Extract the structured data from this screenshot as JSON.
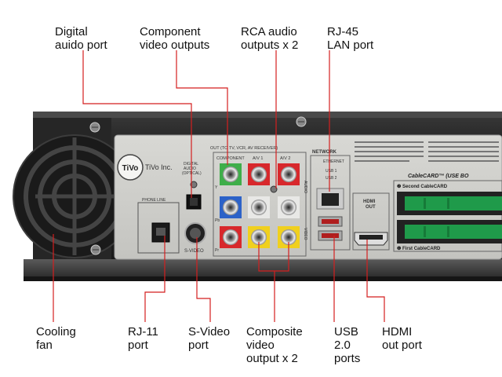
{
  "callouts": {
    "digital_audio": "Digital\nauido port",
    "component": "Component\nvideo outputs",
    "rca_audio": "RCA audio\noutputs x 2",
    "rj45": "RJ-45\nLAN port",
    "cooling": "Cooling\nfan",
    "rj11": "RJ-11\nport",
    "svideo": "S-Video\nport",
    "composite": "Composite\nvideo\noutput x 2",
    "usb": "USB\n2.0\nports",
    "hdmi": "HDMI\nout port"
  },
  "panel": {
    "brand": "TiVo Inc.",
    "logo_text": "TiVo",
    "out_header": "OUT (TO TV, VCR, AV RECEIVER)",
    "component": "COMPONENT",
    "av1": "A/V 1",
    "av2": "A/V 2",
    "digital_audio": "DIGITAL\nAUDIO\n(OPTICAL)",
    "phone_line": "PHONE LINE",
    "svideo": "S-VIDEO",
    "network": "NETWORK",
    "ethernet": "ETHERNET",
    "usb1": "USB 1",
    "usb2": "USB 2",
    "hdmi_out": "HDMI\nOUT",
    "cablecard_title": "CableCARD™ (USE BO",
    "second_cablecard": "❷ Second CableCARD",
    "first_cablecard": "❶ First CableCARD",
    "audio": "AUDIO",
    "video": "VIDEO",
    "y": "Y",
    "pb": "Pb",
    "pr": "Pr"
  }
}
